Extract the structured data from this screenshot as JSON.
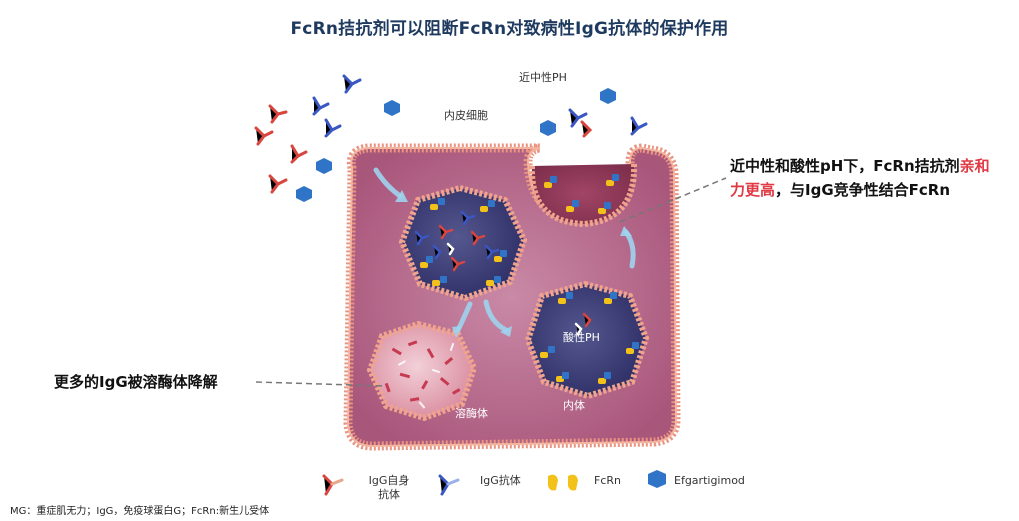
{
  "title": "FcRn拮抗剂可以阻断FcRn对致病性IgG抗体的保护作用",
  "diagram": {
    "labels": {
      "near_neutral_ph": "近中性PH",
      "endothelial_cell": "内皮细胞",
      "acidic_ph": "酸性PH",
      "endosome": "内体",
      "lysosome": "溶酶体"
    },
    "callout_right": {
      "part1": "近中性和酸性pH下，FcRn拮抗剂",
      "highlight": "亲和力更高",
      "part2": "，与IgG竞争性结合FcRn"
    },
    "callout_left": "更多的IgG被溶酶体降解"
  },
  "legend": [
    {
      "label": "IgG自身\n抗体",
      "icon": "autoantibody-icon"
    },
    {
      "label": "IgG抗体",
      "icon": "igg-antibody-icon"
    },
    {
      "label": "FcRn",
      "icon": "fcrn-icon"
    },
    {
      "label": "Efgartigimod",
      "icon": "efgartigimod-icon"
    }
  ],
  "footnote": "MG：重症肌无力；IgG，免疫球蛋白G；FcRn:新生儿受体",
  "colors": {
    "title": "#1f3a5f",
    "highlight": "#e03a45",
    "cell_fill": "#c97a9a",
    "membrane": "#e8907e",
    "endosome_fill": "#3c3f7a",
    "antibody_red": "#d9453f",
    "antibody_blue": "#3a57c4",
    "fcrn_yellow": "#f2c21a",
    "drug_blue": "#2f74c6"
  }
}
